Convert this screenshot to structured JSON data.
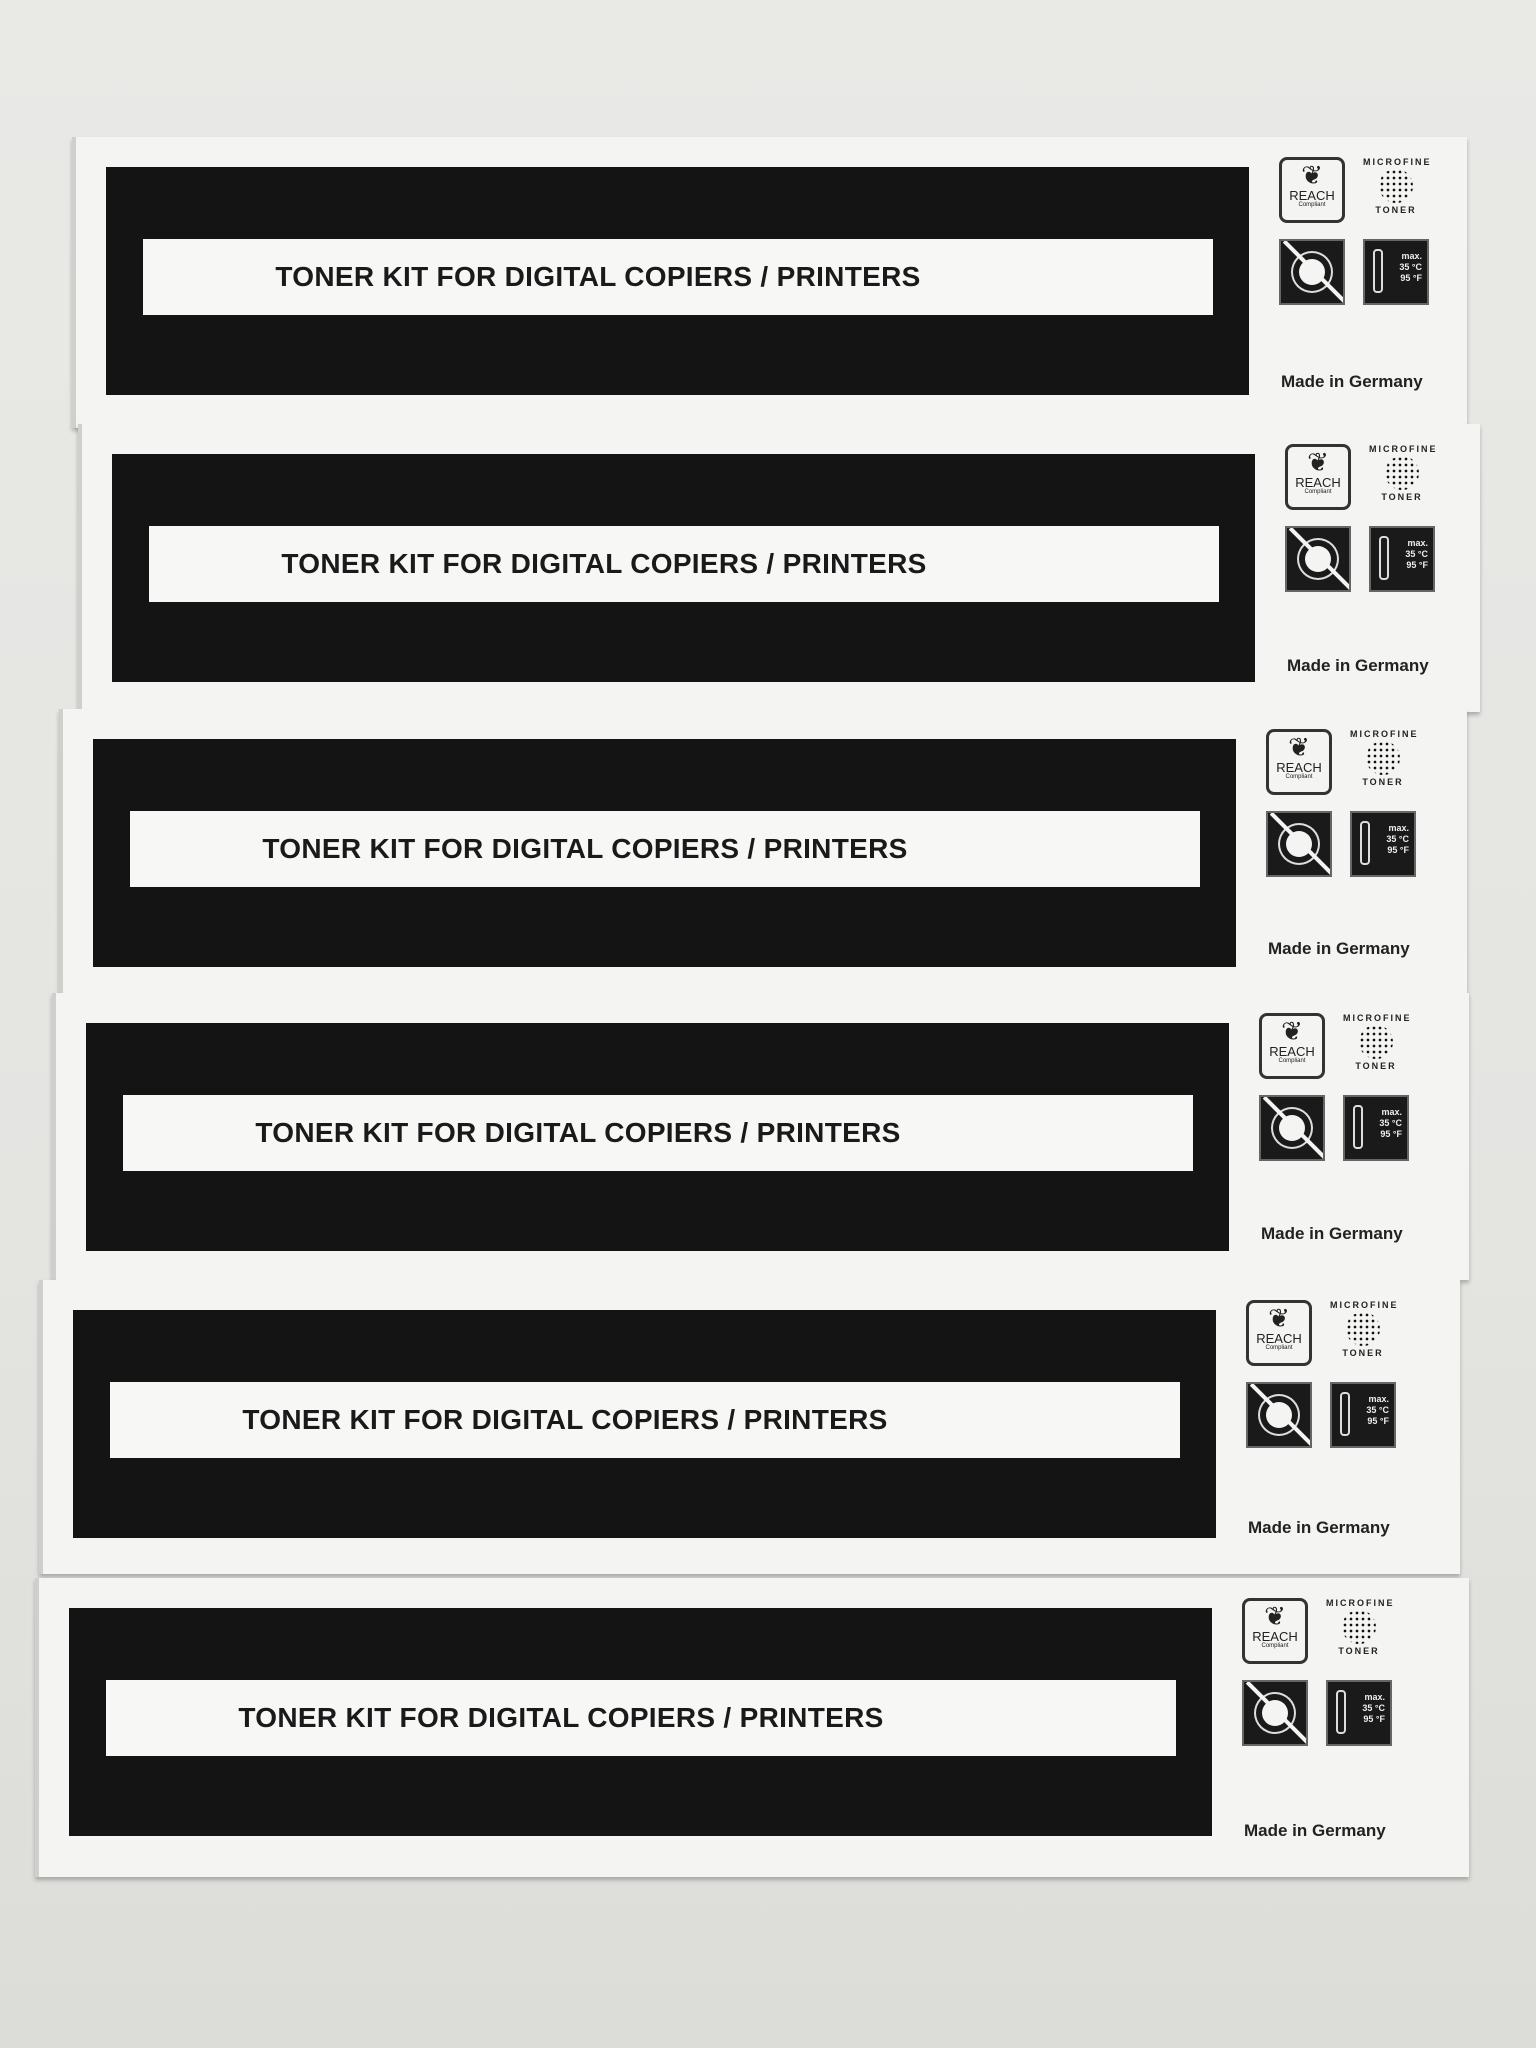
{
  "boxes": [
    {
      "title": "TONER KIT FOR DIGITAL COPIERS / PRINTERS",
      "made": "Made in Germany"
    },
    {
      "title": "TONER KIT FOR DIGITAL COPIERS / PRINTERS",
      "made": "Made in Germany"
    },
    {
      "title": "TONER KIT FOR DIGITAL COPIERS / PRINTERS",
      "made": "Made in Germany"
    },
    {
      "title": "TONER KIT FOR DIGITAL COPIERS / PRINTERS",
      "made": "Made in Germany"
    },
    {
      "title": "TONER KIT FOR DIGITAL COPIERS / PRINTERS",
      "made": "Made in Germany"
    },
    {
      "title": "TONER KIT FOR DIGITAL COPIERS / PRINTERS",
      "made": "Made in Germany"
    }
  ],
  "icons": {
    "reach": "REACH",
    "reach_sub": "Compliant",
    "micro_top": "MICROFINE",
    "micro_bottom": "TONER",
    "temp_max": "max.",
    "temp_c": "35 °C",
    "temp_f": "95 °F"
  }
}
